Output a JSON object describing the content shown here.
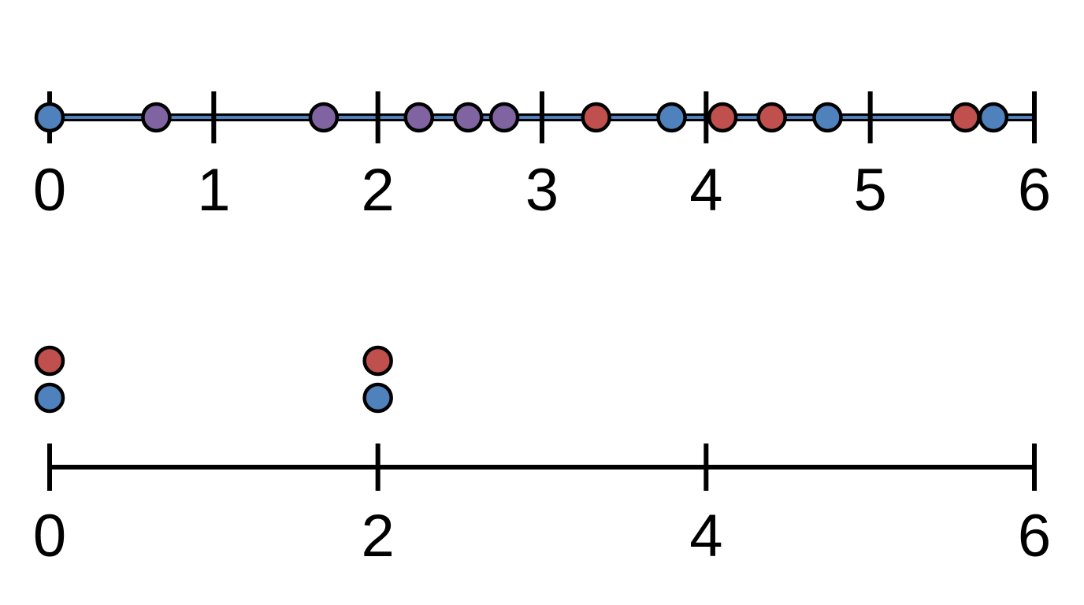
{
  "colors": {
    "red": "#c0504d",
    "blue": "#4f81bd",
    "purple": "#8064a2",
    "axis": "#000000",
    "band": "#4f81bd"
  },
  "top_line": {
    "ticks": [
      0,
      1,
      2,
      3,
      4,
      5,
      6
    ],
    "tick_labels": [
      "0",
      "1",
      "2",
      "3",
      "4",
      "5",
      "6"
    ],
    "range": [
      0,
      6
    ],
    "points": [
      {
        "x": 0.0,
        "color": "blue"
      },
      {
        "x": 0.65,
        "color": "purple"
      },
      {
        "x": 1.67,
        "color": "purple"
      },
      {
        "x": 2.25,
        "color": "purple"
      },
      {
        "x": 2.55,
        "color": "purple"
      },
      {
        "x": 2.77,
        "color": "purple"
      },
      {
        "x": 3.33,
        "color": "red"
      },
      {
        "x": 3.79,
        "color": "blue"
      },
      {
        "x": 4.1,
        "color": "red"
      },
      {
        "x": 4.4,
        "color": "red"
      },
      {
        "x": 4.74,
        "color": "blue"
      },
      {
        "x": 5.58,
        "color": "red"
      },
      {
        "x": 5.75,
        "color": "blue"
      }
    ]
  },
  "bottom_line": {
    "ticks": [
      0,
      2,
      4,
      6
    ],
    "tick_labels": [
      "0",
      "2",
      "4",
      "6"
    ],
    "range": [
      0,
      6
    ],
    "stacks": [
      {
        "x": 0,
        "colors": [
          "blue",
          "red"
        ]
      },
      {
        "x": 2,
        "colors": [
          "blue",
          "red"
        ]
      }
    ]
  }
}
